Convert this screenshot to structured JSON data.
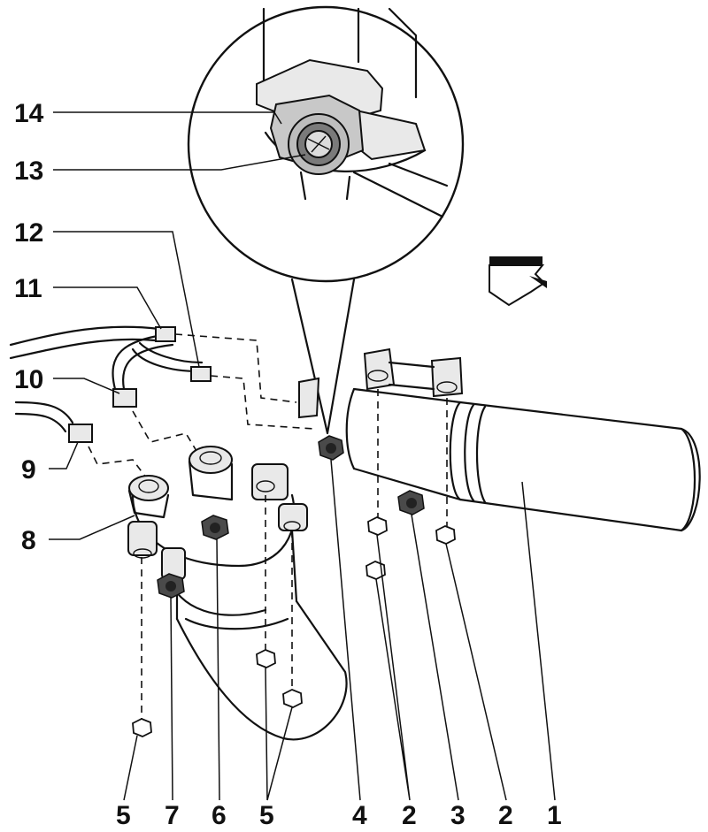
{
  "labels": {
    "l14": "14",
    "l13": "13",
    "l12": "12",
    "l11": "11",
    "l10": "10",
    "l9": "9",
    "l8": "8",
    "b5a": "5",
    "b7": "7",
    "b6": "6",
    "b5b": "5",
    "b4": "4",
    "b2a": "2",
    "b3": "3",
    "b2b": "2",
    "b1": "1"
  }
}
